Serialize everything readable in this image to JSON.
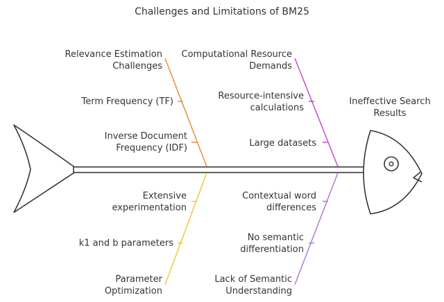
{
  "title": "Challenges and Limitations of BM25",
  "head_label": "Ineffective Search Results",
  "colors": {
    "orange": "#e0913f",
    "magenta": "#c24fc4",
    "yellow": "#f0c83c",
    "purple": "#b07ad8",
    "outline": "#333333"
  },
  "categories": {
    "top_left": {
      "title": "Relevance Estimation Challenges",
      "causes": [
        "Term Frequency (TF)",
        "Inverse Document Frequency (IDF)"
      ]
    },
    "top_right": {
      "title": "Computational Resource Demands",
      "causes": [
        "Resource-intensive calculations",
        "Large datasets"
      ]
    },
    "bottom_left": {
      "title": "Parameter Optimization",
      "causes": [
        "Extensive experimentation",
        "k1 and b parameters"
      ]
    },
    "bottom_right": {
      "title": "Lack of Semantic Understanding",
      "causes": [
        "Contextual word differences",
        "No semantic differentiation"
      ]
    }
  }
}
